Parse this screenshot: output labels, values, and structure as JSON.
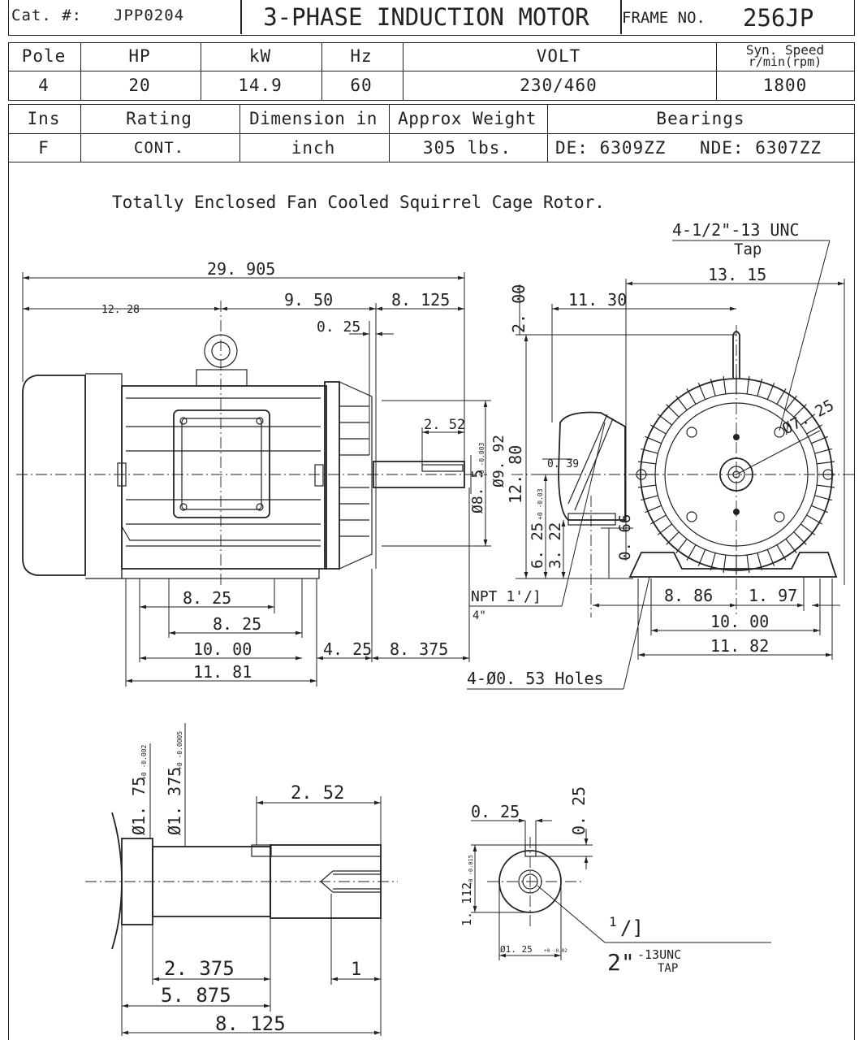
{
  "header": {
    "cat_label": "Cat.  #:",
    "cat_value": "JPP0204",
    "title": "3-PHASE INDUCTION MOTOR",
    "frame_label": "FRAME NO.",
    "frame_value": "256JP"
  },
  "specs1": {
    "headers": [
      "Pole",
      "HP",
      "kW",
      "Hz",
      "VOLT",
      "Syn. Speed",
      "r/min(rpm)"
    ],
    "values": [
      "4",
      "20",
      "14.9",
      "60",
      "230/460",
      "1800"
    ]
  },
  "specs2": {
    "headers": [
      "Ins",
      "Rating",
      "Dimension in",
      "Approx Weight",
      "Bearings"
    ],
    "values": [
      "F",
      "CONT.",
      "inch",
      "305 lbs.",
      "DE: 6309ZZ",
      "NDE: 6307ZZ"
    ]
  },
  "drawing": {
    "description": "Totally Enclosed Fan Cooled Squirrel Cage Rotor.",
    "side": {
      "overall": "29. 905",
      "d1228": "12. 28",
      "d950": "9. 50",
      "d8125": "8. 125",
      "d025": "0. 25",
      "d252": "2. 52",
      "d85": "Ø8. 5",
      "d85_tol": "+0 -0.003",
      "d992": "Ø9. 92",
      "d825a": "8. 25",
      "d825b": "8. 25",
      "d1000": "10. 00",
      "d425": "4. 25",
      "d8375": "8. 375",
      "d1181": "11. 81"
    },
    "front": {
      "tap": "4-1/2\"-13 UNC",
      "tap2": "Tap",
      "d1315": "13. 15",
      "d1130": "11. 30",
      "d200": "2. 00",
      "d1280": "12. 80",
      "d039": "0. 39",
      "d625": "6. 25",
      "d625_tol": "+0 -0.03",
      "d322": "3. 22",
      "d066": "0. 66",
      "d725": "Ø7. 25",
      "npt": "NPT 1'/]",
      "npt2": "4\"",
      "d886": "8. 86",
      "d197": "1. 97",
      "d1000": "10. 00",
      "d1182": "11. 82",
      "holes": "4-Ø0. 53 Holes"
    },
    "shaft": {
      "d175": "Ø1. 75",
      "d175_tol": "+0 -0.002",
      "d1375": "Ø1. 375",
      "d1375_tol": "+0 -0.0005",
      "d252": "2. 52",
      "d2375": "2. 375",
      "d1": "1",
      "d5875": "5. 875",
      "d8125": "8. 125"
    },
    "endview": {
      "d025h": "0. 25",
      "d025v": "0. 25",
      "d1112": "1. 112",
      "d1112_tol": "+0 -0.015",
      "d125": "Ø1. 25",
      "d125_tol": "+0 -0.02",
      "tap_a": "1",
      "tap_b": "/]",
      "tap_c": "2\"",
      "tap_d": "-13UNC",
      "tap_e": "TAP"
    }
  }
}
